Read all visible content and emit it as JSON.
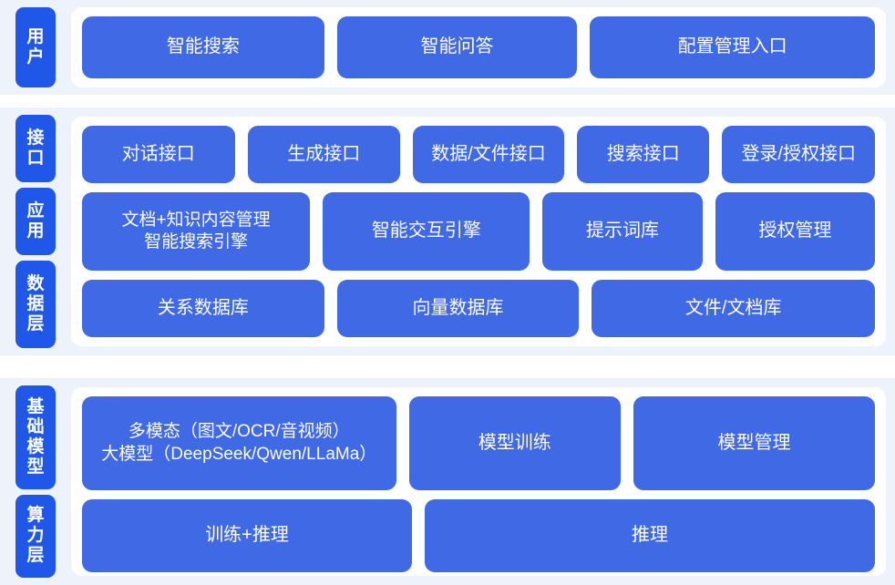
{
  "theme": {
    "background": "#ffffff",
    "band_background": "#eef2fb",
    "panel_background": "#ffffff",
    "rail_tab_color": "#1f57e8",
    "box_color": "#4069e5",
    "text_color": "#ffffff"
  },
  "sections": [
    {
      "id": "user",
      "rail_tabs": [
        {
          "name": "user-layer",
          "label": "用户",
          "chars": [
            "用",
            "户"
          ]
        }
      ],
      "rows": [
        {
          "id": "user-row",
          "boxes": [
            {
              "name": "intelligent-search",
              "label": "智能搜索"
            },
            {
              "name": "intelligent-qa",
              "label": "智能问答"
            },
            {
              "name": "config-management-entry",
              "label": "配置管理入口"
            }
          ]
        }
      ]
    },
    {
      "id": "application",
      "rail_tabs": [
        {
          "name": "interface-layer",
          "label": "接口",
          "chars": [
            "接",
            "口"
          ]
        },
        {
          "name": "application-layer",
          "label": "应用",
          "chars": [
            "应",
            "用"
          ]
        },
        {
          "name": "data-layer",
          "label": "数据层",
          "chars": [
            "数",
            "据",
            "层"
          ]
        }
      ],
      "rows": [
        {
          "id": "interface-row",
          "boxes": [
            {
              "name": "dialog-interface",
              "label": "对话接口"
            },
            {
              "name": "generation-interface",
              "label": "生成接口"
            },
            {
              "name": "data-file-interface",
              "label": "数据/文件接口"
            },
            {
              "name": "search-interface",
              "label": "搜索接口"
            },
            {
              "name": "login-auth-interface",
              "label": "登录/授权接口"
            }
          ]
        },
        {
          "id": "application-row",
          "boxes": [
            {
              "name": "doc-knowledge-content-management",
              "label": "文档+知识内容管理\n智能搜索引擎",
              "two_line": true
            },
            {
              "name": "intelligent-interaction-engine",
              "label": "智能交互引擎"
            },
            {
              "name": "prompt-library",
              "label": "提示词库"
            },
            {
              "name": "authorization-management",
              "label": "授权管理"
            }
          ]
        },
        {
          "id": "data-row",
          "boxes": [
            {
              "name": "relational-database",
              "label": "关系数据库"
            },
            {
              "name": "vector-database",
              "label": "向量数据库"
            },
            {
              "name": "file-document-store",
              "label": "文件/文档库"
            }
          ]
        }
      ]
    },
    {
      "id": "infrastructure",
      "rail_tabs": [
        {
          "name": "foundation-model-layer",
          "label": "基础模型",
          "chars": [
            "基",
            "础",
            "模",
            "型"
          ]
        },
        {
          "name": "compute-layer",
          "label": "算力层",
          "chars": [
            "算",
            "力",
            "层"
          ]
        }
      ],
      "rows": [
        {
          "id": "model-row",
          "boxes": [
            {
              "name": "multimodal-and-large-model",
              "label": "多模态（图文/OCR/音视频）\n大模型（DeepSeek/Qwen/LLaMa）",
              "two_line": true
            },
            {
              "name": "model-training",
              "label": "模型训练"
            },
            {
              "name": "model-management",
              "label": "模型管理"
            }
          ]
        },
        {
          "id": "compute-row",
          "boxes": [
            {
              "name": "training-and-inference",
              "label": "训练+推理"
            },
            {
              "name": "inference",
              "label": "推理"
            }
          ]
        }
      ]
    }
  ]
}
